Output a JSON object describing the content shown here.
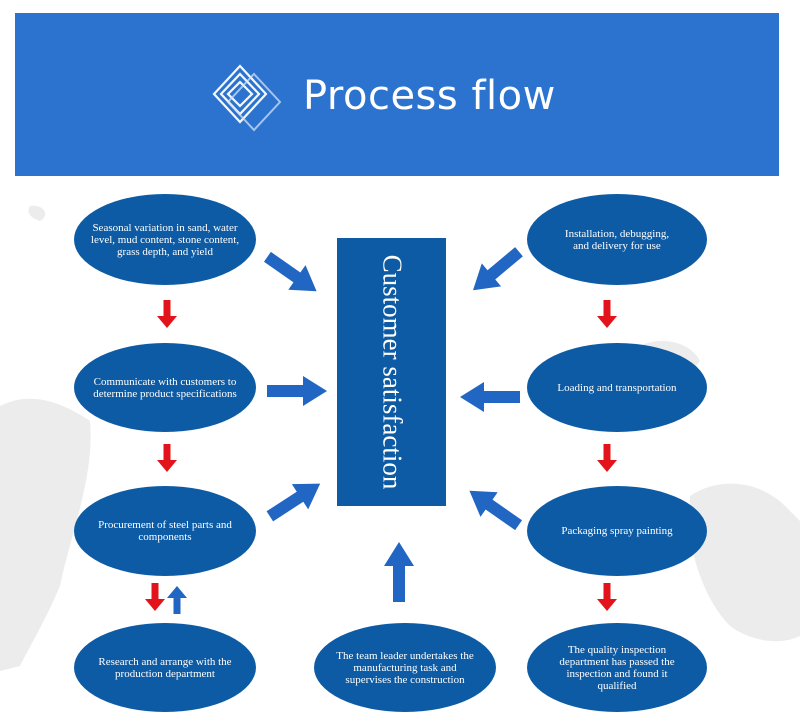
{
  "header": {
    "title": "Process flow",
    "background": "#2b73cf"
  },
  "center": {
    "label": "Customer satisfaction",
    "color": "#0d5ba5"
  },
  "nodes": {
    "seasonal": "Seasonal variation in sand, water level, mud content, stone content, grass depth, and yield",
    "communicate": "Communicate with customers to determine product specifications",
    "procurement": "Procurement of steel parts and components",
    "research": "Research and arrange with the production department",
    "team_leader": "The team leader undertakes the manufacturing task and supervises the construction",
    "installation": "Installation, debugging, and delivery for use",
    "loading": "Loading and transportation",
    "packaging": "Packaging spray painting",
    "quality": "The quality inspection department has passed the inspection and found it qualified"
  },
  "colors": {
    "flow_arrow": "#e3131b",
    "feed_arrow": "#2166c2",
    "node": "#0d5ba5"
  }
}
